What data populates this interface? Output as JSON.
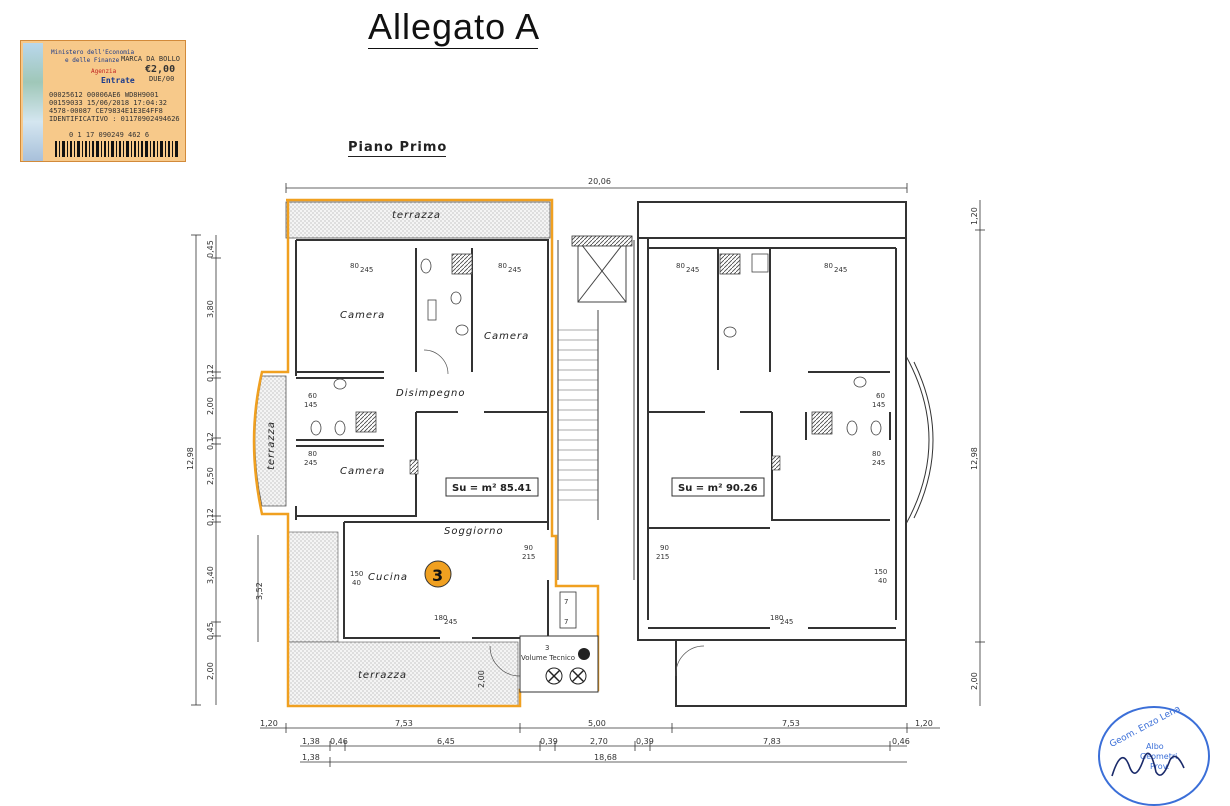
{
  "title": "Allegato A",
  "subtitle": "Piano Primo",
  "revenue_stamp": {
    "issuer_line1": "Ministero dell'Economia",
    "issuer_line2": "e delle Finanze",
    "issuer_line3": "Agenzia",
    "issuer_line4": "Entrate",
    "label": "MARCA DA BOLLO",
    "amount": "€2,00",
    "amount_words": "DUE/00",
    "line1": "00025612  00006AE6  WD8H9001",
    "line2": "00159033  15/06/2018 17:04:32",
    "line3": "4578-00087  CE79834E1E3E4FF8",
    "line4": "IDENTIFICATIVO :  01170902494626",
    "barcode_number": "0 1 17 090249 462 6"
  },
  "surveyor_seal": {
    "line1": "Geom. Enzo Lena",
    "line2": "Albo",
    "line3": "Geometri",
    "line4": "Prov."
  },
  "dimensions": {
    "top_total": "20,06",
    "left_total": "12,98",
    "right_total": "12,98",
    "right_top": "1,20",
    "right_bottom": "2,00",
    "left_segments": [
      "0,45",
      "3,80",
      "0,12",
      "2,00",
      "0,12",
      "2,50",
      "0,12",
      "3,40",
      "0,45",
      "2,00"
    ],
    "left_inner": "3,52",
    "bottom_row1": [
      "1,20",
      "7,53",
      "5,00",
      "7,53",
      "1,20"
    ],
    "bottom_row2": [
      "1,38",
      "0,46",
      "6,45",
      "0,39",
      "2,70",
      "0,39",
      "7,83",
      "0,46"
    ],
    "bottom_row3": [
      "1,38",
      "18,68"
    ]
  },
  "rooms": {
    "terrazza_top": "terrazza",
    "terrazza_left": "terrazza",
    "terrazza_bottom": "terrazza",
    "camera_1": "Camera",
    "camera_2": "Camera",
    "camera_3": "Camera",
    "disimpegno": "Disimpegno",
    "soggiorno": "Soggiorno",
    "cucina": "Cucina",
    "volume_tecnico": "Volume Tecnico"
  },
  "surfaces": {
    "left": "Su = m² 85.41",
    "right": "Su = m² 90.26"
  },
  "unit_number": "3",
  "openings": {
    "a80": "80",
    "a245": "245",
    "a60": "60",
    "a145": "145",
    "a90": "90",
    "a215": "215",
    "a150": "150",
    "a40": "40",
    "a180": "180"
  },
  "misc": {
    "d200": "2,00",
    "n7a": "7",
    "n7b": "7",
    "n3": "3"
  },
  "colors": {
    "unit_outline": "#f0a020",
    "walls": "#333333",
    "stamp_bg": "#f7c98a",
    "seal": "#3b6fd8"
  }
}
